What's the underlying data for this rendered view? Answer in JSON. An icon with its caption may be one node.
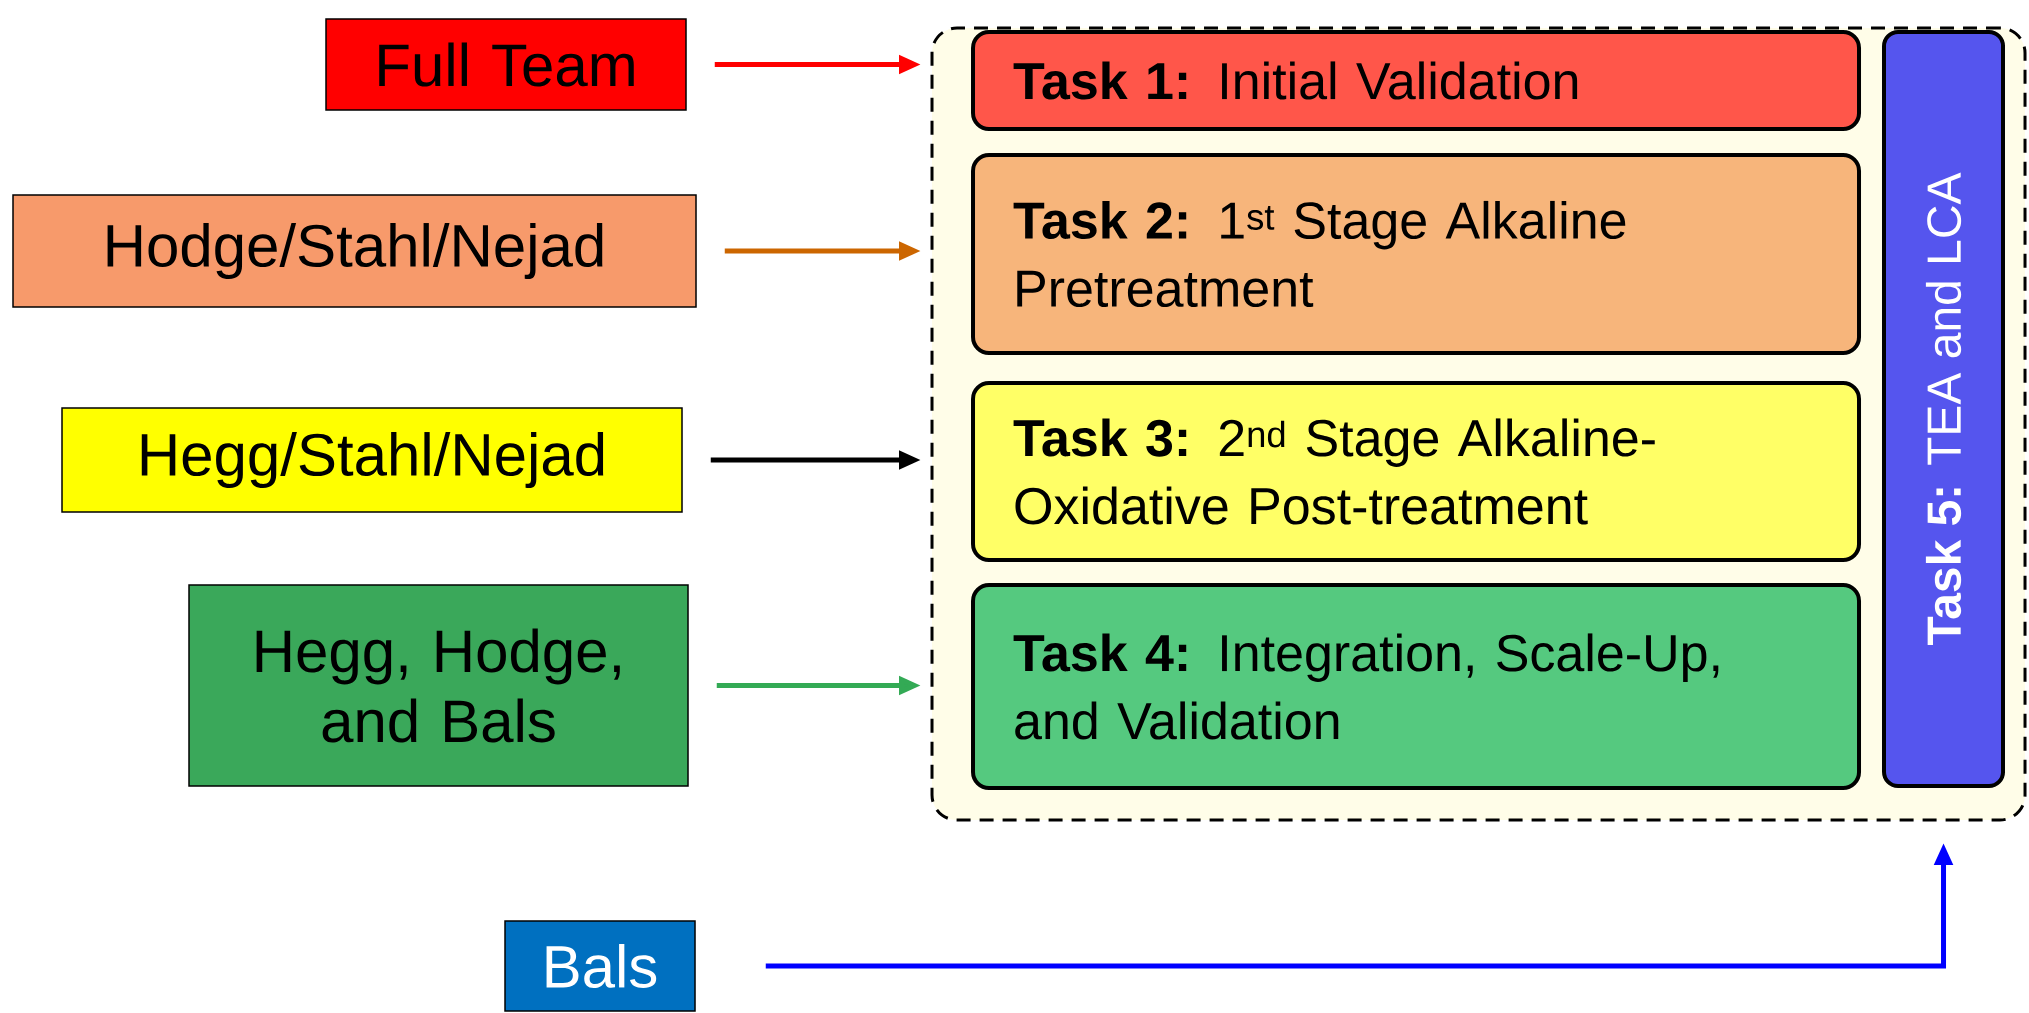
{
  "diagram": {
    "nodes": [
      {
        "text": [
          "Full Team"
        ]
      },
      {
        "text": [
          "Hodge/Stahl/Nejad"
        ]
      },
      {
        "text": [
          "Hegg/Stahl/Nejad"
        ]
      },
      {
        "text": [
          "Hegg, Hodge, and Bals"
        ]
      },
      {
        "text": [
          "Bals"
        ]
      },
      {
        "text": [],
        "shape": "box"
      },
      {
        "text": [
          "**Task 1:** Initial Validation"
        ],
        "in": 5
      },
      {
        "text": [
          "**Task 2:** 1$^{st}$ Stage Alkaline Pretreatment"
        ],
        "in": 5
      },
      {
        "text": [
          "**Task 3:** 2$^{nd}$ Stage Alkaline-Oxidative Post-treatment"
        ],
        "in": 5
      },
      {
        "text": [
          "**Task 4:** Integration, Scale-Up, and Validation"
        ],
        "in": 5
      },
      {
        "text": [
          "**Task 5:** TEA and LCA"
        ],
        "in": 5
      }
    ],
    "edges": [
      {
        "from": 0,
        "to": 6,
        "arrow": "to",
        "color": "#ff0000"
      },
      {
        "from": 1,
        "to": 7,
        "arrow": "to",
        "color": "#cc6600"
      },
      {
        "from": 2,
        "to": 8,
        "arrow": "to",
        "color": "#000000"
      },
      {
        "from": 3,
        "to": 9,
        "arrow": "to",
        "color": "#33aa55"
      },
      {
        "from": 4,
        "to": 10,
        "arrow": "to",
        "color": "#0000ff"
      }
    ]
  }
}
